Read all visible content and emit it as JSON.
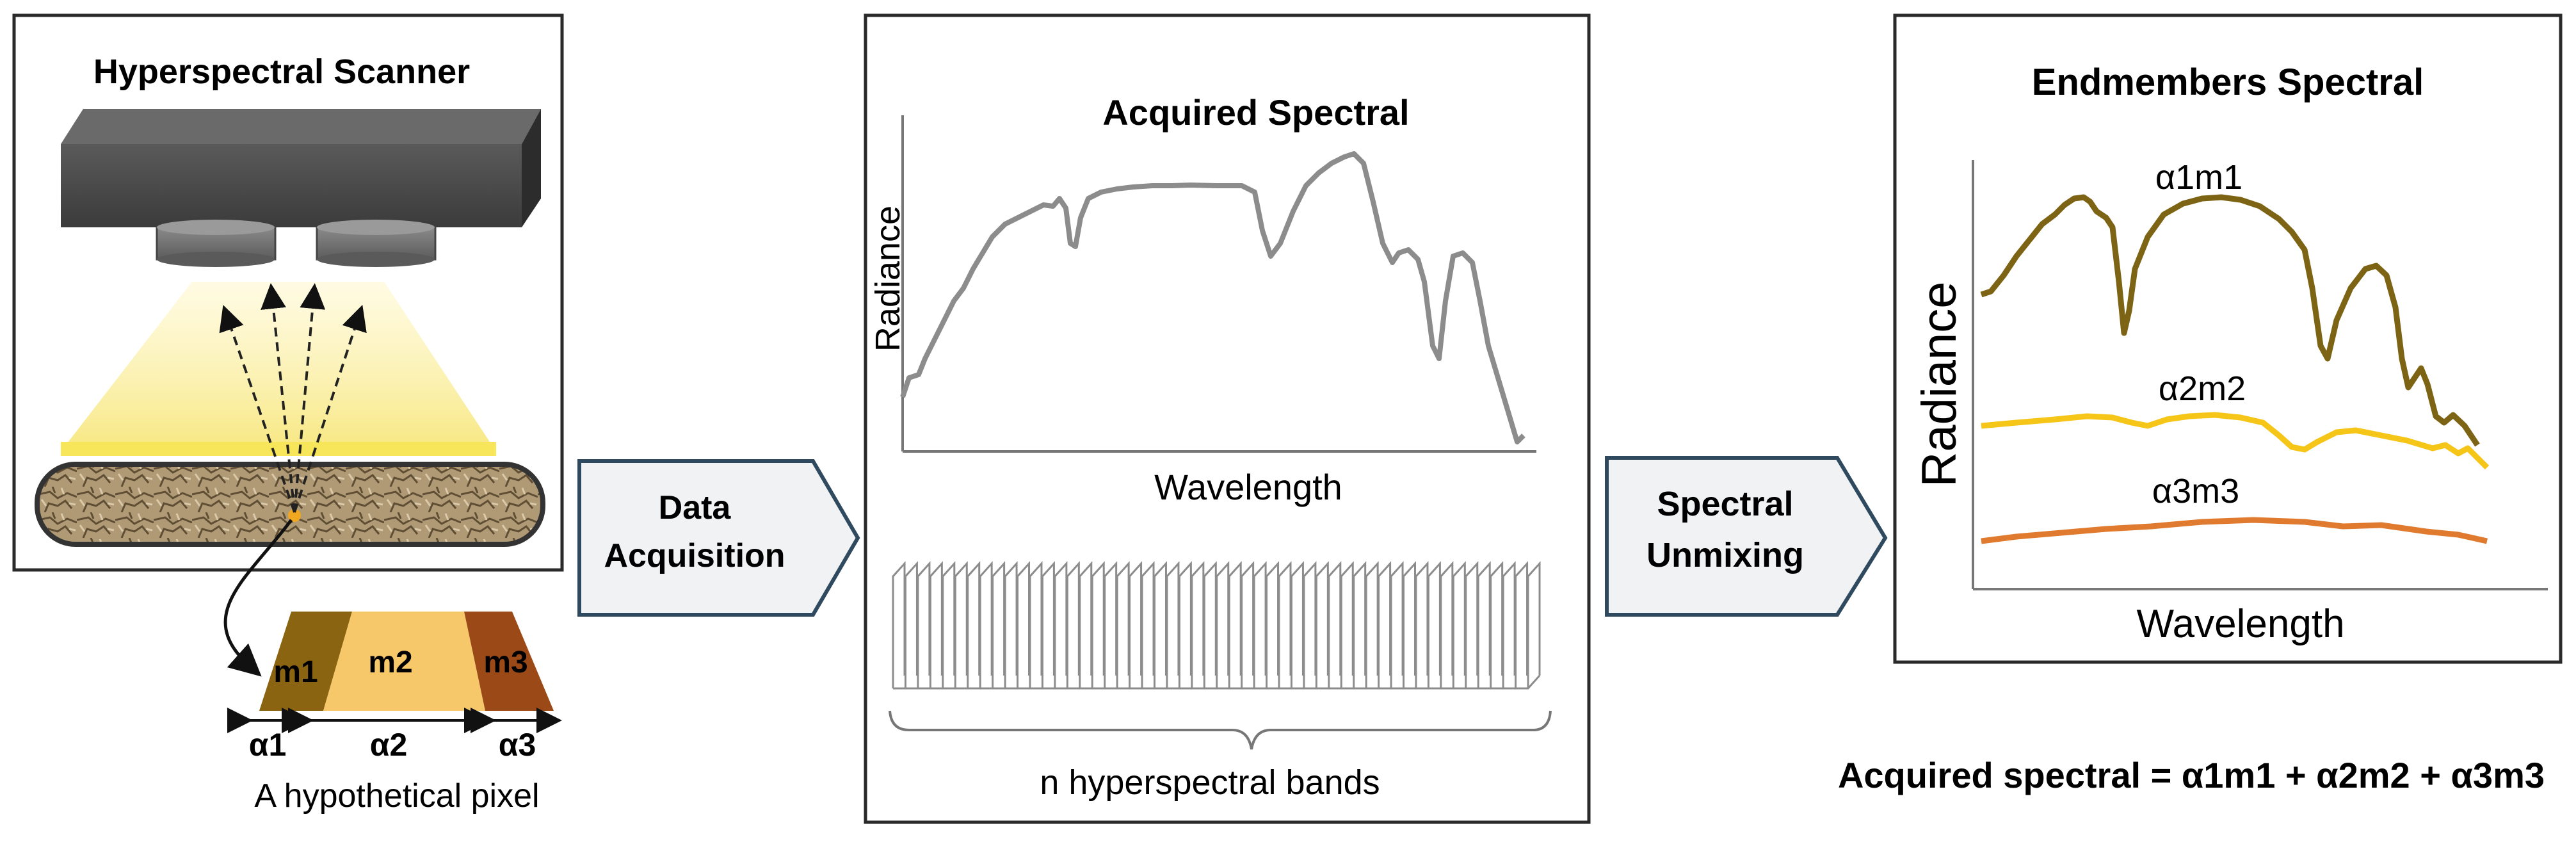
{
  "scanner_panel": {
    "title": "Hyperspectral Scanner"
  },
  "pixel": {
    "caption": "A hypothetical pixel",
    "materials": [
      "m1",
      "m2",
      "m3"
    ],
    "abundances": [
      "α1",
      "α2",
      "α3"
    ],
    "colors": {
      "m1": "#8a6410",
      "m2": "#f6c86a",
      "m3": "#9b4a17"
    }
  },
  "arrow_acquisition": {
    "line1": "Data",
    "line2": "Acquisition"
  },
  "acquired_panel": {
    "title": "Acquired Spectral",
    "ylabel": "Radiance",
    "xlabel": "Wavelength",
    "bands_caption": "n hyperspectral bands",
    "curve_color": "#8c8c8c"
  },
  "arrow_unmixing": {
    "line1": "Spectral",
    "line2": "Unmixing"
  },
  "endmember_panel": {
    "title": "Endmembers Spectral",
    "ylabel": "Radiance",
    "xlabel": "Wavelength",
    "series": [
      {
        "name": "α1m1",
        "color": "#7d6414"
      },
      {
        "name": "α2m2",
        "color": "#f5c518"
      },
      {
        "name": "α3m3",
        "color": "#e07a2e"
      }
    ]
  },
  "equation": "Acquired spectral = α1m1 + α2m2 + α3m3"
}
